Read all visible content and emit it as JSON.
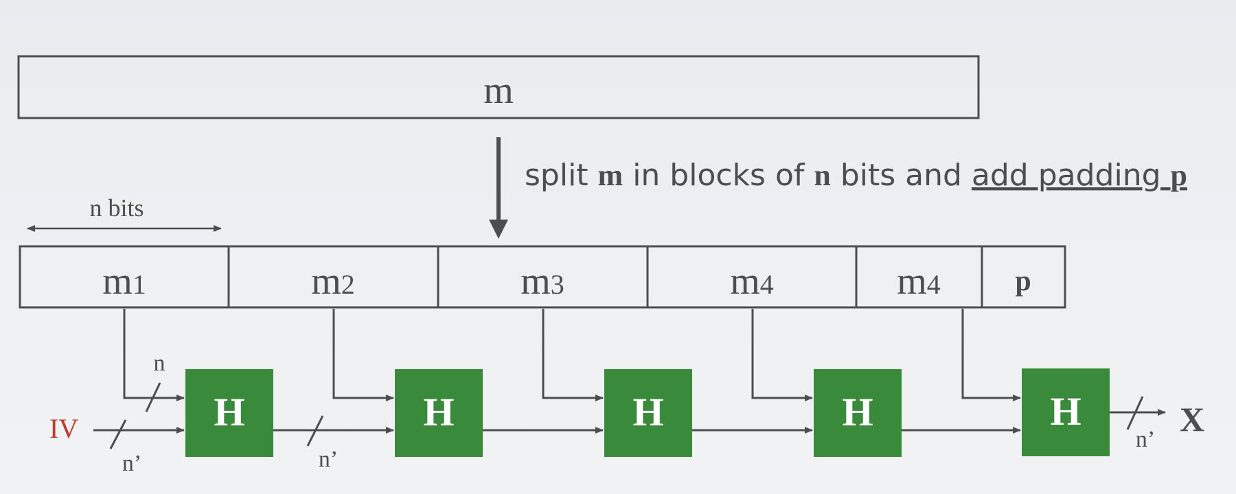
{
  "colors": {
    "stroke": "#4d4d4f",
    "text": "#4d4d4f",
    "h_fill": "#3a8a3c",
    "h_text": "#ffffff",
    "iv": "#c0392b"
  },
  "message": {
    "label": "m"
  },
  "split_caption": {
    "part1": "split ",
    "m": "m",
    "part2": " in blocks of ",
    "n": "n",
    "part3": " bits and ",
    "part4": "add padding ",
    "p": "p"
  },
  "n_bits_label": "n bits",
  "blocks": [
    {
      "base": "m",
      "sub": "1"
    },
    {
      "base": "m",
      "sub": "2"
    },
    {
      "base": "m",
      "sub": "3"
    },
    {
      "base": "m",
      "sub": "4"
    },
    {
      "base": "m",
      "sub": "4"
    }
  ],
  "padding_label": "p",
  "hash_boxes": [
    "H",
    "H",
    "H",
    "H",
    "H"
  ],
  "iv_label": "IV",
  "width_labels": {
    "n": "n",
    "n_prime_1": "n’",
    "n_prime_2": "n’",
    "n_prime_out": "n’"
  },
  "output_label": "X",
  "icons": {
    "down-arrow": "down-arrow-icon",
    "double-arrow": "double-arrow-icon"
  }
}
